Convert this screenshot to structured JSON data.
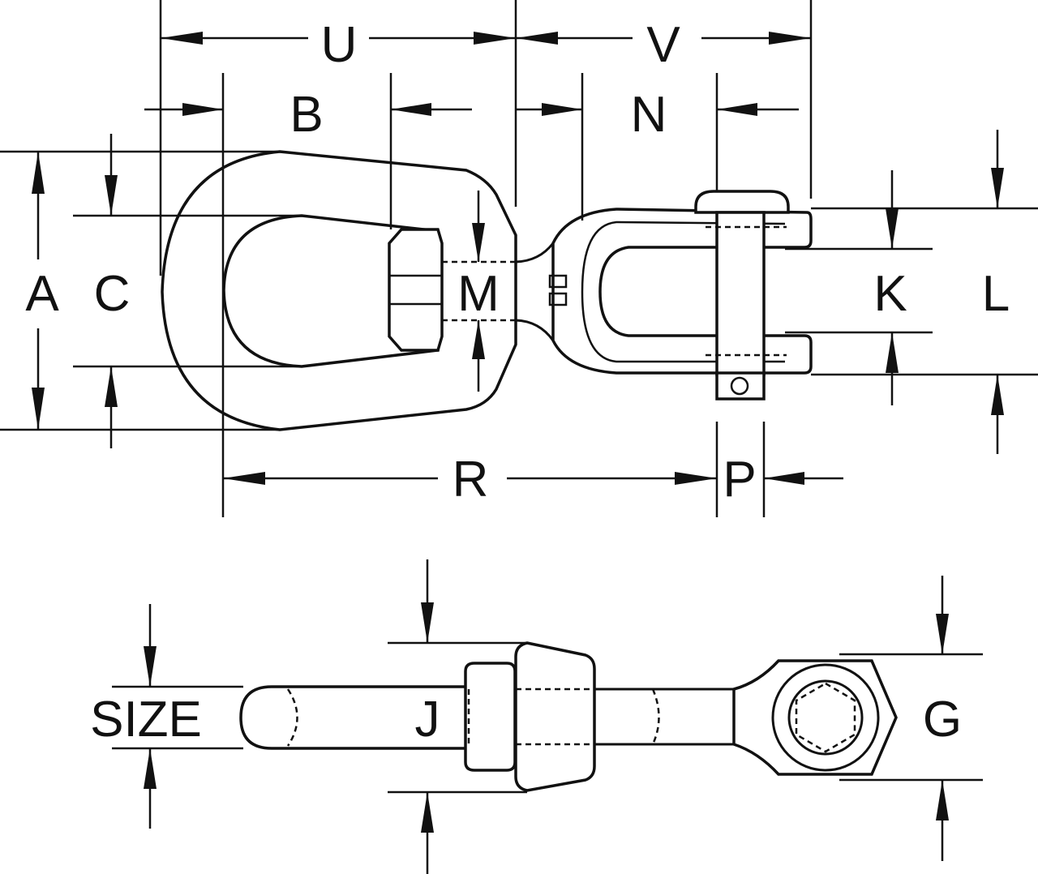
{
  "labels": {
    "U": "U",
    "V": "V",
    "B": "B",
    "N": "N",
    "A": "A",
    "C": "C",
    "M": "M",
    "K": "K",
    "L": "L",
    "R": "R",
    "P": "P",
    "SIZE": "SIZE",
    "J": "J",
    "G": "G"
  },
  "colors": {
    "line": "#111111",
    "background": "#ffffff"
  }
}
